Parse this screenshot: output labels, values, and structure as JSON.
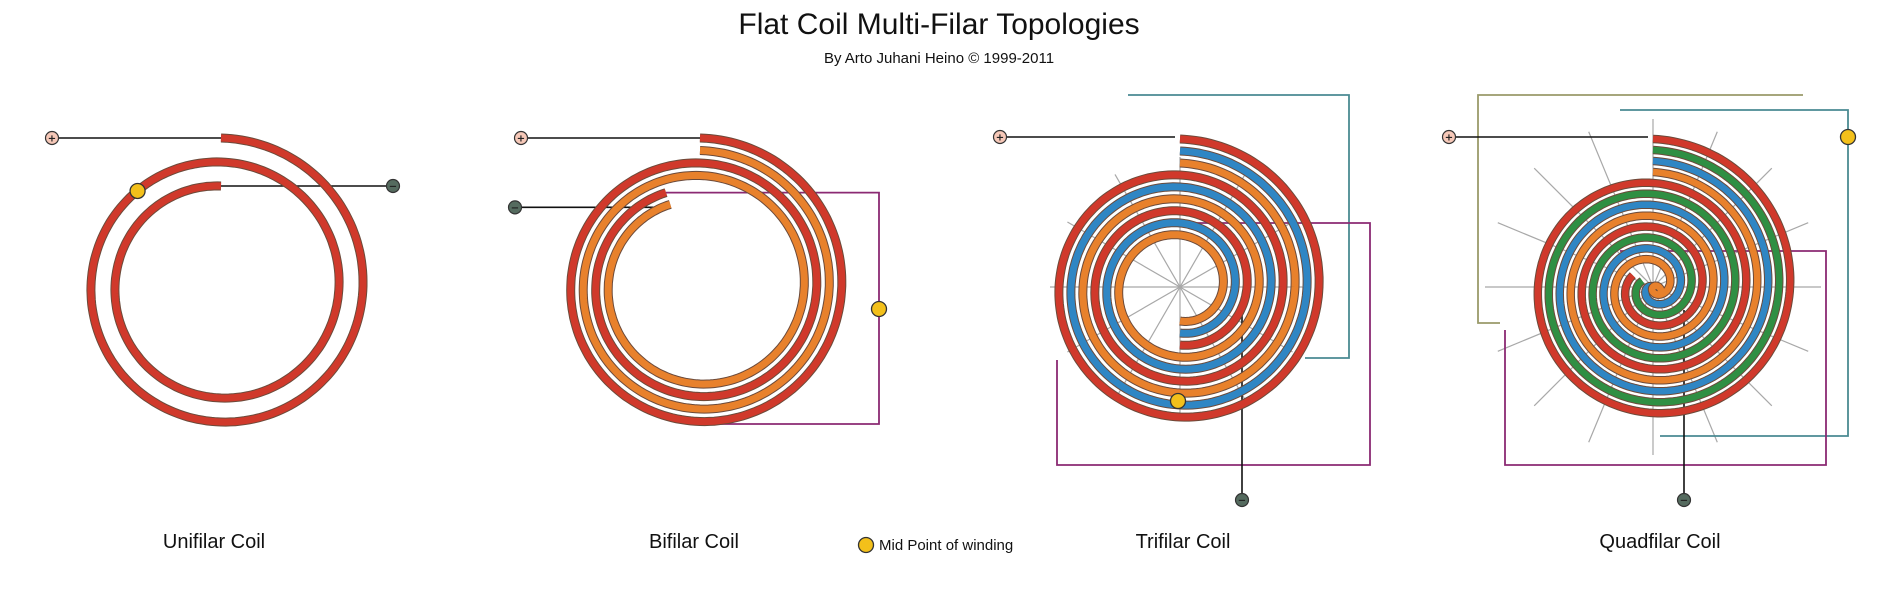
{
  "header": {
    "title": "Flat Coil Multi-Filar Topologies",
    "subtitle": "By Arto Juhani Heino © 1999-2011"
  },
  "legend": {
    "label": "Mid Point of winding",
    "icon": "mid-point-dot-icon"
  },
  "coils": [
    {
      "id": "unifilar",
      "label": "Unifilar Coil",
      "filars": 1
    },
    {
      "id": "bifilar",
      "label": "Bifilar Coil",
      "filars": 2
    },
    {
      "id": "trifilar",
      "label": "Trifilar Coil",
      "filars": 3
    },
    {
      "id": "quadfilar",
      "label": "Quadfilar Coil",
      "filars": 4
    }
  ],
  "terminals": {
    "positive_symbol": "+",
    "negative_symbol": "−"
  },
  "colors": {
    "wire_red": "#d0392b",
    "wire_orange": "#e8812c",
    "wire_blue": "#2f86c4",
    "wire_green": "#2f8f43",
    "wire_outline": "#6b4a3a",
    "mid_point": "#f3c01a",
    "positive_terminal": "#f6c8b8",
    "negative_terminal": "#556b5f",
    "link_purple": "#8b2a73",
    "link_teal": "#4a8a92",
    "link_olive": "#9a9a6a",
    "guide_grey": "#a8a8a8",
    "lead_black": "#111111"
  }
}
